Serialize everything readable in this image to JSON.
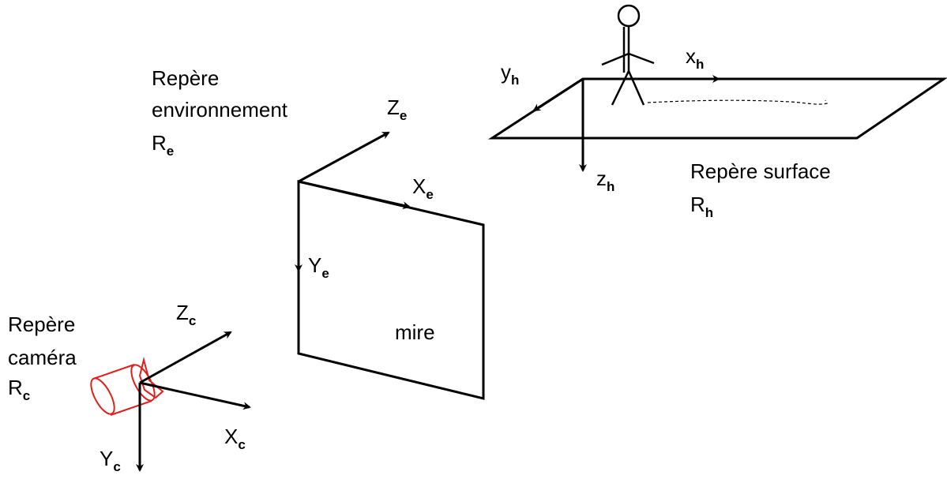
{
  "environment_frame": {
    "title_line1": "Repère",
    "title_line2": "environnement",
    "symbol": "R",
    "symbol_sub": "e",
    "axes": {
      "x": {
        "letter": "X",
        "sub": "e"
      },
      "y": {
        "letter": "Y",
        "sub": "e"
      },
      "z": {
        "letter": "Z",
        "sub": "e"
      }
    }
  },
  "camera_frame": {
    "title_line1": "Repère",
    "title_line2": "caméra",
    "symbol": "R",
    "symbol_sub": "c",
    "axes": {
      "x": {
        "letter": "X",
        "sub": "c"
      },
      "y": {
        "letter": "Y",
        "sub": "c"
      },
      "z": {
        "letter": "Z",
        "sub": "c"
      }
    },
    "camera_color": "#e0201c"
  },
  "surface_frame": {
    "title": "Repère surface",
    "symbol": "R",
    "symbol_sub": "h",
    "axes": {
      "x": {
        "letter": "x",
        "sub": "h"
      },
      "y": {
        "letter": "y",
        "sub": "h"
      },
      "z": {
        "letter": "z",
        "sub": "h"
      }
    }
  },
  "target_label": "mire"
}
